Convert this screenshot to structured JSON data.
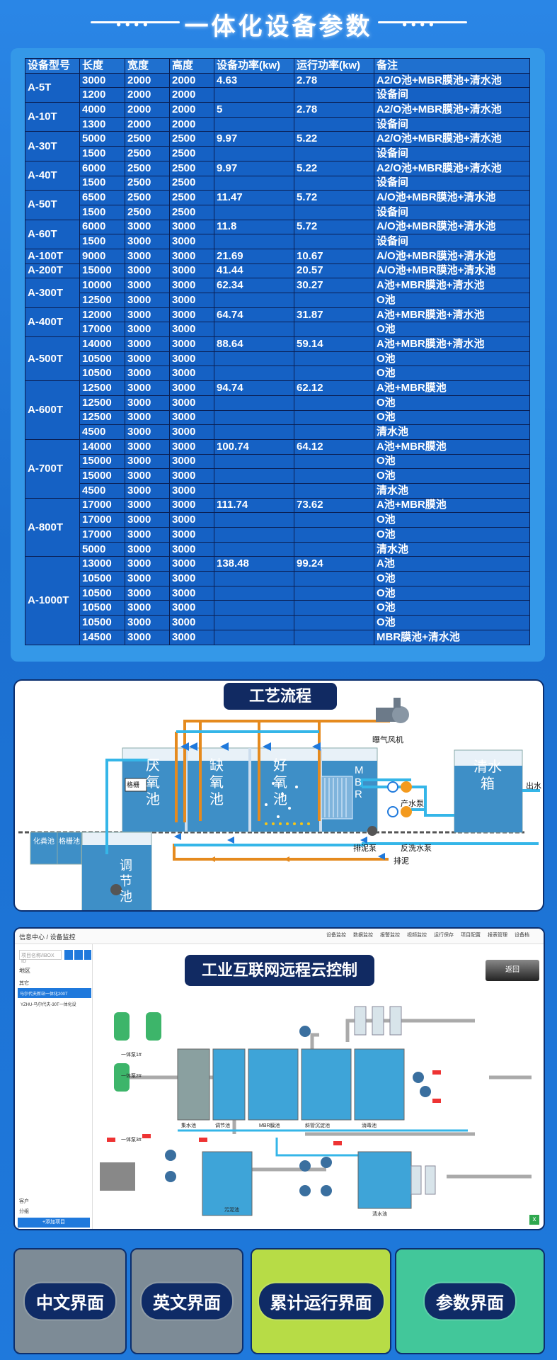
{
  "header": {
    "title": "一体化设备参数",
    "dots_left": "● ● ● ●",
    "dots_right": "● ● ● ●"
  },
  "table": {
    "columns": [
      "设备型号",
      "长度",
      "宽度",
      "高度",
      "设备功率(kw)",
      "运行功率(kw)",
      "备注"
    ],
    "groups": [
      {
        "model": "A-5T",
        "rows": [
          [
            "3000",
            "2000",
            "2000",
            "4.63",
            "2.78",
            "A2/O池+MBR膜池+清水池"
          ],
          [
            "1200",
            "2000",
            "2000",
            "",
            "",
            "设备间"
          ]
        ]
      },
      {
        "model": "A-10T",
        "rows": [
          [
            "4000",
            "2000",
            "2000",
            "5",
            "2.78",
            "A2/O池+MBR膜池+清水池"
          ],
          [
            "1300",
            "2000",
            "2000",
            "",
            "",
            "设备间"
          ]
        ]
      },
      {
        "model": "A-30T",
        "rows": [
          [
            "5000",
            "2500",
            "2500",
            "9.97",
            "5.22",
            "A2/O池+MBR膜池+清水池"
          ],
          [
            "1500",
            "2500",
            "2500",
            "",
            "",
            "设备间"
          ]
        ]
      },
      {
        "model": "A-40T",
        "rows": [
          [
            "6000",
            "2500",
            "2500",
            "9.97",
            "5.22",
            "A2/O池+MBR膜池+清水池"
          ],
          [
            "1500",
            "2500",
            "2500",
            "",
            "",
            "设备间"
          ]
        ]
      },
      {
        "model": "A-50T",
        "rows": [
          [
            "6500",
            "2500",
            "2500",
            "11.47",
            "5.72",
            "A/O池+MBR膜池+清水池"
          ],
          [
            "1500",
            "2500",
            "2500",
            "",
            "",
            "设备间"
          ]
        ]
      },
      {
        "model": "A-60T",
        "rows": [
          [
            "6000",
            "3000",
            "3000",
            "11.8",
            "5.72",
            "A/O池+MBR膜池+清水池"
          ],
          [
            "1500",
            "3000",
            "3000",
            "",
            "",
            "设备间"
          ]
        ]
      },
      {
        "model": "A-100T",
        "rows": [
          [
            "9000",
            "3000",
            "3000",
            "21.69",
            "10.67",
            "A/O池+MBR膜池+清水池"
          ]
        ]
      },
      {
        "model": "A-200T",
        "rows": [
          [
            "15000",
            "3000",
            "3000",
            "41.44",
            "20.57",
            "A/O池+MBR膜池+清水池"
          ]
        ]
      },
      {
        "model": "A-300T",
        "rows": [
          [
            "10000",
            "3000",
            "3000",
            "62.34",
            "30.27",
            "A池+MBR膜池+清水池"
          ],
          [
            "12500",
            "3000",
            "3000",
            "",
            "",
            "O池"
          ]
        ]
      },
      {
        "model": "A-400T",
        "rows": [
          [
            "12000",
            "3000",
            "3000",
            "64.74",
            "31.87",
            "A池+MBR膜池+清水池"
          ],
          [
            "17000",
            "3000",
            "3000",
            "",
            "",
            "O池"
          ]
        ]
      },
      {
        "model": "A-500T",
        "rows": [
          [
            "14000",
            "3000",
            "3000",
            "88.64",
            "59.14",
            "A池+MBR膜池+清水池"
          ],
          [
            "10500",
            "3000",
            "3000",
            "",
            "",
            "O池"
          ],
          [
            "10500",
            "3000",
            "3000",
            "",
            "",
            "O池"
          ]
        ]
      },
      {
        "model": "A-600T",
        "rows": [
          [
            "12500",
            "3000",
            "3000",
            "94.74",
            "62.12",
            "A池+MBR膜池"
          ],
          [
            "12500",
            "3000",
            "3000",
            "",
            "",
            "O池"
          ],
          [
            "12500",
            "3000",
            "3000",
            "",
            "",
            "O池"
          ],
          [
            "4500",
            "3000",
            "3000",
            "",
            "",
            "清水池"
          ]
        ]
      },
      {
        "model": "A-700T",
        "rows": [
          [
            "14000",
            "3000",
            "3000",
            "100.74",
            "64.12",
            "A池+MBR膜池"
          ],
          [
            "15000",
            "3000",
            "3000",
            "",
            "",
            "O池"
          ],
          [
            "15000",
            "3000",
            "3000",
            "",
            "",
            "O池"
          ],
          [
            "4500",
            "3000",
            "3000",
            "",
            "",
            "清水池"
          ]
        ]
      },
      {
        "model": "A-800T",
        "rows": [
          [
            "17000",
            "3000",
            "3000",
            "111.74",
            "73.62",
            "A池+MBR膜池"
          ],
          [
            "17000",
            "3000",
            "3000",
            "",
            "",
            "O池"
          ],
          [
            "17000",
            "3000",
            "3000",
            "",
            "",
            "O池"
          ],
          [
            "5000",
            "3000",
            "3000",
            "",
            "",
            "清水池"
          ]
        ]
      },
      {
        "model": "A-1000T",
        "rows": [
          [
            "13000",
            "3000",
            "3000",
            "138.48",
            "99.24",
            "A池"
          ],
          [
            "10500",
            "3000",
            "3000",
            "",
            "",
            "O池"
          ],
          [
            "10500",
            "3000",
            "3000",
            "",
            "",
            "O池"
          ],
          [
            "10500",
            "3000",
            "3000",
            "",
            "",
            "O池"
          ],
          [
            "10500",
            "3000",
            "3000",
            "",
            "",
            "O池"
          ],
          [
            "14500",
            "3000",
            "3000",
            "",
            "",
            "MBR膜池+清水池"
          ]
        ]
      }
    ]
  },
  "process": {
    "title": "工艺流程",
    "blower": "曝气风机",
    "tank_anaerobic": "厌氧池",
    "tank_anoxic": "缺氧池",
    "tank_aerobic": "好氧池",
    "tank_mbr": "MBR",
    "tank_clean": "清水箱",
    "grille": "格栅",
    "pump_product": "产水泵",
    "pump_backwash": "反洗水泵",
    "pump_sludge": "排泥泵",
    "outlet": "出水",
    "sludge_out": "排泥",
    "septic": "化粪池",
    "grid_pool": "格栅池",
    "regulating": "调节池"
  },
  "cloud": {
    "title": "工业互联网远程云控制",
    "breadcrumb": "信息中心 / 设备监控",
    "nav": [
      "设备监控",
      "数据监控",
      "报警监控",
      "视频监控",
      "运行保存",
      "项目配置",
      "报表管理",
      "设备档"
    ],
    "search_placeholder": "项目名称/IBOX ID",
    "tree_title": "地区",
    "tree_root": "其它",
    "tree_item1": "马尔代夫新站一体化200T",
    "tree_item2": "YZHU-马尔代夫-30T一体化设",
    "footer_label1": "客户",
    "footer_label2": "分组",
    "add_project": "+添加项目",
    "back": "返回",
    "labels": [
      "一体泵1#",
      "一体泵2#",
      "一体泵3#",
      "集水池",
      "调节池",
      "MBR膜池",
      "斜管沉淀池",
      "消毒池",
      "污泥池",
      "清水池"
    ],
    "close": "x"
  },
  "buttons": [
    "中文界面",
    "英文界面",
    "累计运行界面",
    "参数界面"
  ],
  "colors": {
    "accent": "#1561c4",
    "dark_navy": "#112a62",
    "water": "#3ea4d8",
    "pipe_orange": "#e58a1e",
    "pipe_blue": "#35b6e8"
  }
}
